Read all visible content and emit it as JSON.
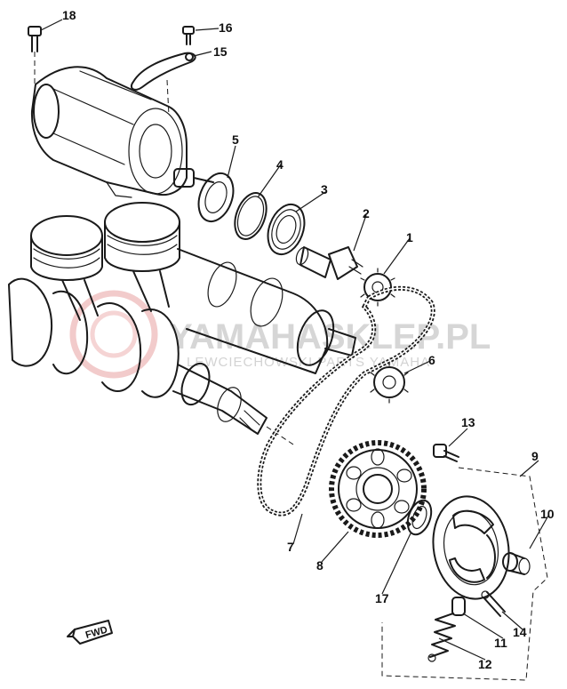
{
  "diagram": {
    "callouts": [
      {
        "id": "1",
        "label": "1"
      },
      {
        "id": "2",
        "label": "2"
      },
      {
        "id": "3",
        "label": "3"
      },
      {
        "id": "4",
        "label": "4"
      },
      {
        "id": "5",
        "label": "5"
      },
      {
        "id": "6",
        "label": "6"
      },
      {
        "id": "7",
        "label": "7"
      },
      {
        "id": "8",
        "label": "8"
      },
      {
        "id": "9",
        "label": "9"
      },
      {
        "id": "10",
        "label": "10"
      },
      {
        "id": "11",
        "label": "11"
      },
      {
        "id": "12",
        "label": "12"
      },
      {
        "id": "13",
        "label": "13"
      },
      {
        "id": "14",
        "label": "14"
      },
      {
        "id": "15",
        "label": "15"
      },
      {
        "id": "16",
        "label": "16"
      },
      {
        "id": "17",
        "label": "17"
      },
      {
        "id": "18",
        "label": "18"
      }
    ],
    "fwd_label": "FWD"
  },
  "watermark": {
    "text": "YAMAHASKLEP.PL",
    "subtext": "LEWCIECHOWSKI PARTS YAMAHA"
  },
  "colors": {
    "line": "#1a1a1a",
    "watermark_red": "#e8a0a0",
    "watermark_gray": "#c9c9c9"
  }
}
